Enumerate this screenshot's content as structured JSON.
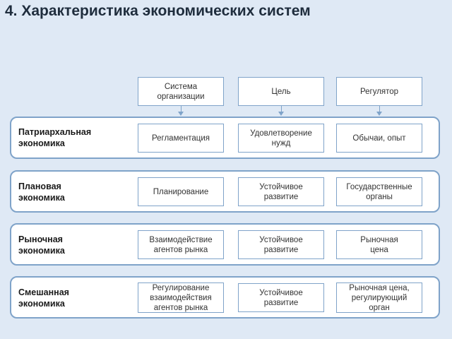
{
  "title": "4. Характеристика экономических систем",
  "headers": [
    "Система\nорганизации",
    "Цель",
    "Регулятор"
  ],
  "rows": [
    {
      "label": "Патриархальная\nэкономика",
      "cells": [
        "Регламентация",
        "Удовлетворение\nнужд",
        "Обычаи, опыт"
      ]
    },
    {
      "label": "Плановая\nэкономика",
      "cells": [
        "Планирование",
        "Устойчивое\nразвитие",
        "Государственные\nорганы"
      ]
    },
    {
      "label": "Рыночная\nэкономика",
      "cells": [
        "Взаимодействие\nагентов рынка",
        "Устойчивое\nразвитие",
        "Рыночная\nцена"
      ]
    },
    {
      "label": "Смешанная\nэкономика",
      "cells": [
        "Регулирование\nвзаимодействия\nагентов рынка",
        "Устойчивое\nразвитие",
        "Рыночная цена,\nрегулирующий\nорган"
      ]
    }
  ],
  "colors": {
    "background": "#dfe9f5",
    "border": "#7fa3c9"
  }
}
